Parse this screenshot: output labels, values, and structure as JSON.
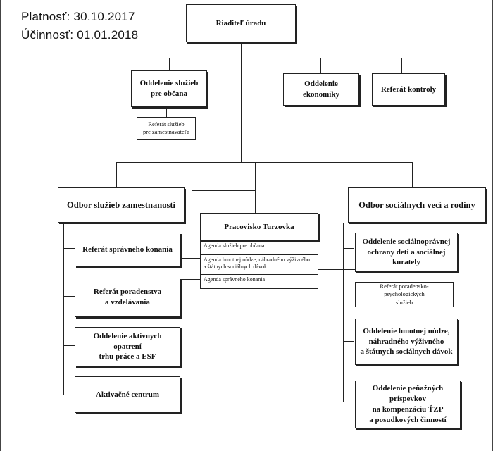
{
  "header": {
    "platnost": "Platnosť:  30.10.2017",
    "ucinnost": "Účinnosť: 01.01.2018"
  },
  "boxes": {
    "riaditel": "Riaditeľ úradu",
    "oddelenie_sluzieb": "Oddelenie služieb\npre občana",
    "referat_sluzieb_zam": "Referát služieb\npre zamestnávateľa",
    "oddelenie_ekonomiky": "Oddelenie ekonomiky",
    "referat_kontroly": "Referát kontroly",
    "odbor_sluzieb": "Odbor služieb zamestnanosti",
    "odbor_socialnych": "Odbor sociálnych vecí a rodiny",
    "referat_spravneho": "Referát správneho konania",
    "referat_poradenstva": "Referát poradenstva\na vzdelávania",
    "oddelenie_aktivnych": "Oddelenie aktívnych opatrení\ntrhu práce a ESF",
    "aktivacne": "Aktivačné  centrum",
    "pracovisko": "Pracovisko Turzovka",
    "agenda1": "Agenda služieb pre občana",
    "agenda2": "Agenda hmotnej núdze, náhradného výživného\na štátnych sociálnych dávok",
    "agenda3": "Agenda správneho konania",
    "oddelenie_socialnopravnej": "Oddelenie sociálnoprávnej\nochrany detí a sociálnej kurately",
    "referat_porad_psych": "Referát poradensko-psychologických\nslužieb",
    "oddelenie_hmotnej": "Oddelenie hmotnej núdze,\nnáhradného výživného\na štátnych sociálnych dávok",
    "oddelenie_penaznych": "Oddelenie peňažných príspevkov\nna kompenzáciu ŤZP\na posudkových činností"
  }
}
